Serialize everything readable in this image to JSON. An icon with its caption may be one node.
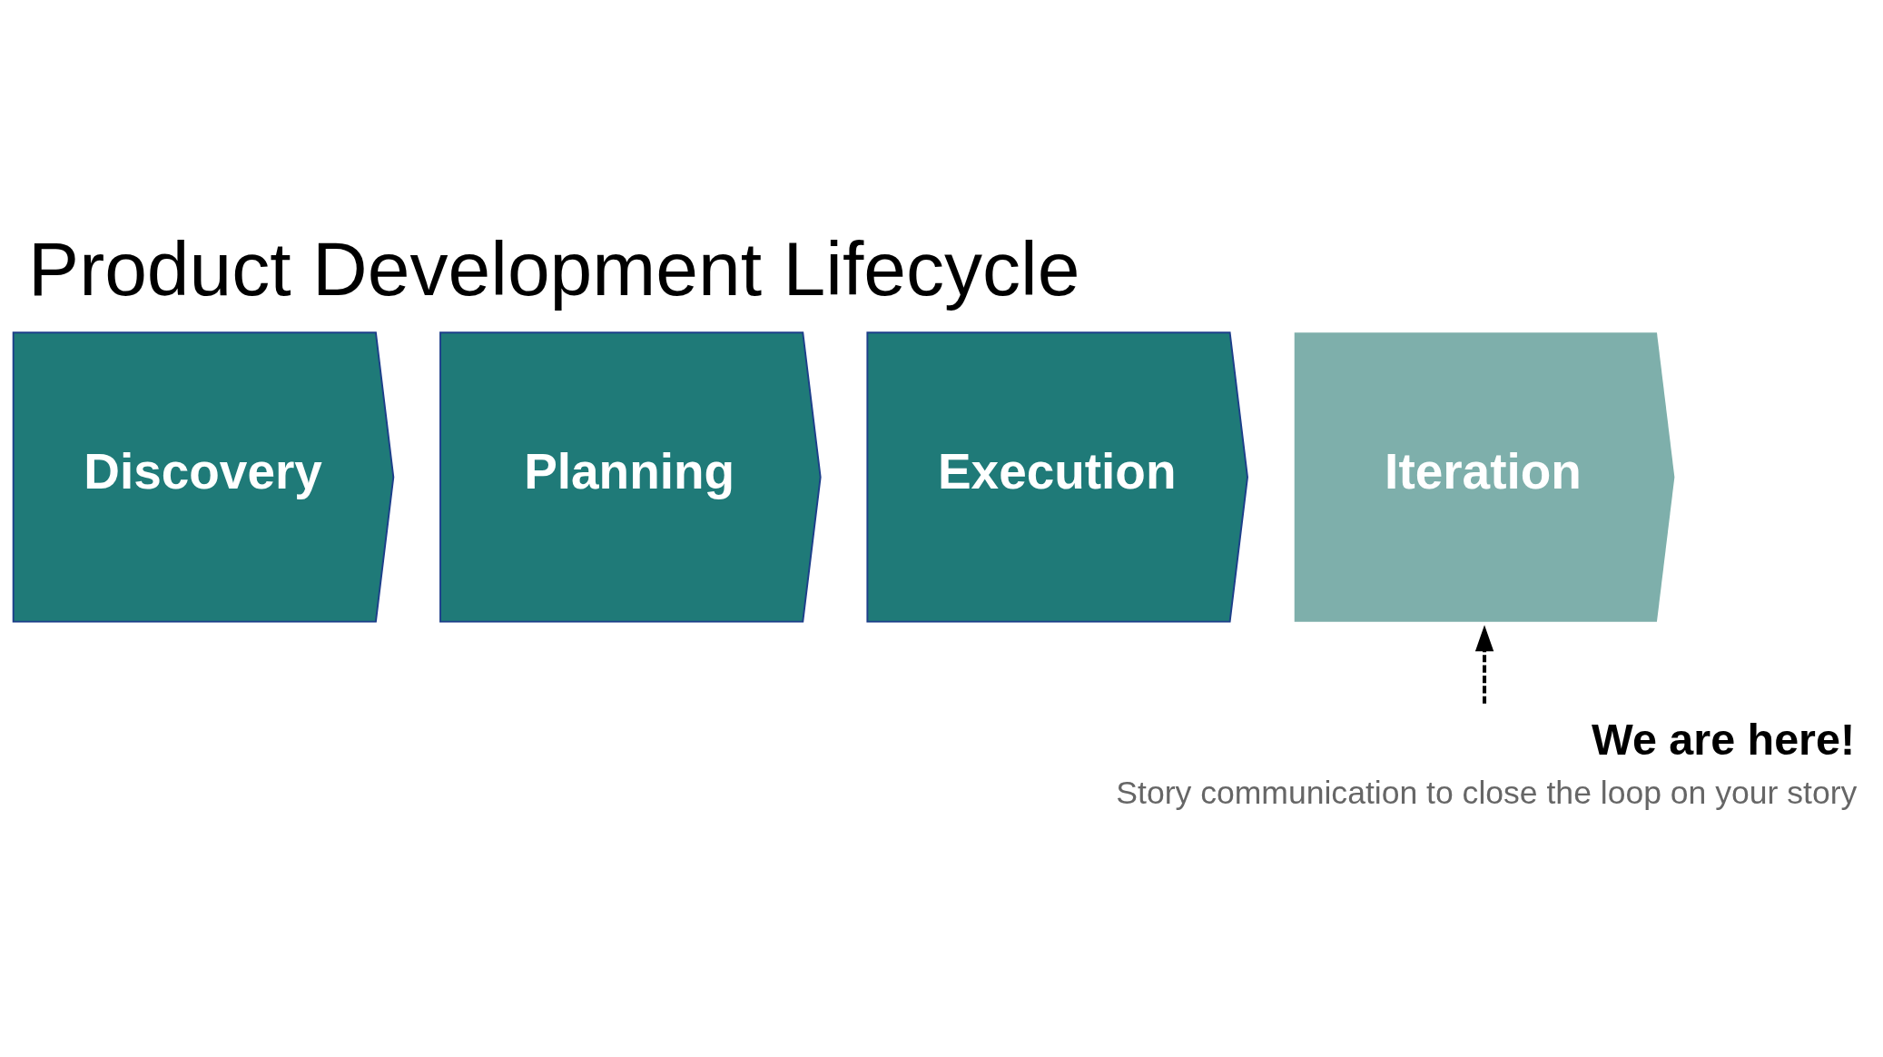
{
  "diagram": {
    "title": "Product Development Lifecycle",
    "nodes": [
      {
        "text": [
          "Discovery"
        ]
      },
      {
        "text": [
          "Planning"
        ]
      },
      {
        "text": [
          "Execution"
        ]
      },
      {
        "text": [
          "Iteration"
        ]
      },
      {
        "text": [
          "We are here!",
          "Story communication to close the loop on your story"
        ]
      }
    ],
    "edges": [
      {
        "from": 4,
        "to": 3,
        "arrow": "to",
        "style": "dashed"
      }
    ]
  }
}
